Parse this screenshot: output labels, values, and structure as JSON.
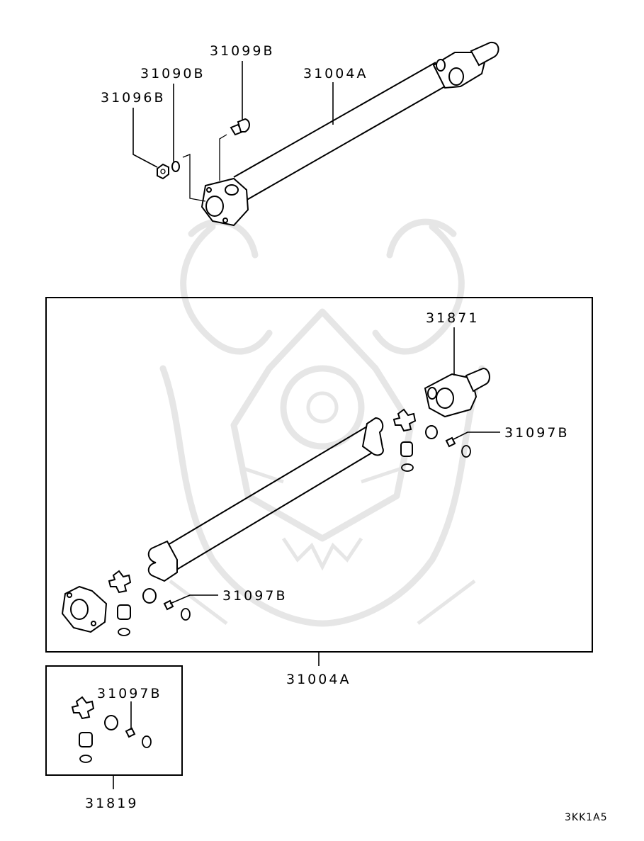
{
  "diagram": {
    "labels": {
      "p31099B": "31099B",
      "p31090B": "31090B",
      "p31096B": "31096B",
      "p31004A_top": "31004A",
      "p31871": "31871",
      "p31097B_right": "31097B",
      "p31097B_left": "31097B",
      "p31004A_box": "31004A",
      "p31097B_small": "31097B",
      "p31819": "31819"
    },
    "diagram_code": "3KK1A5"
  }
}
